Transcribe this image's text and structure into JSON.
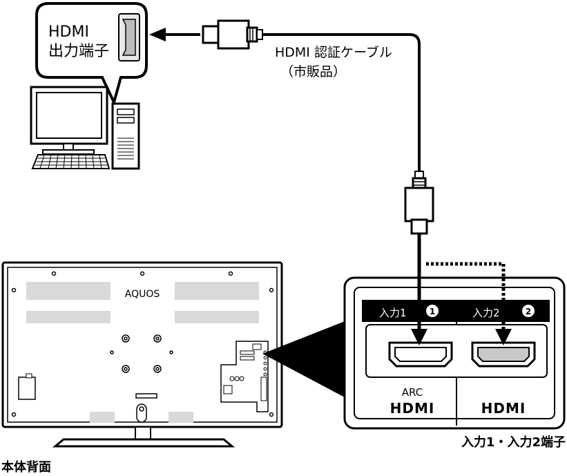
{
  "pc_callout": {
    "line1": "HDMI",
    "line2": "出力端子"
  },
  "cable": {
    "name": "HDMI 認証ケーブル",
    "note": "（市販品）"
  },
  "tv": {
    "logo": "AQUOS",
    "caption": "本体背面"
  },
  "panel": {
    "input1": {
      "label": "入力1",
      "badge": "1",
      "tag": "ARC",
      "logo": "HDMI"
    },
    "input2": {
      "label": "入力2",
      "badge": "2",
      "logo": "HDMI"
    },
    "caption": "入力1・入力2端子"
  },
  "colors": {
    "line": "#000000",
    "fill": "#ffffff",
    "panel_grey": "#c8c8c8",
    "vent": "#d9d9d9"
  },
  "icons": [
    "hdmi-port-icon",
    "hdmi-plug-icon",
    "computer-icon",
    "tv-icon"
  ]
}
